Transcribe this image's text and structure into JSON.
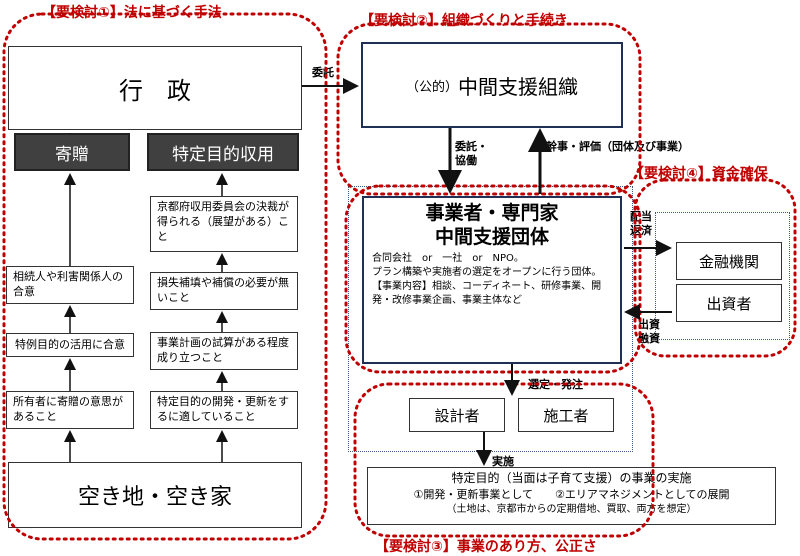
{
  "section1": {
    "title": "【要検討①】法に基づく手法"
  },
  "section2": {
    "title": "【要検討②】組織づくりと手続き"
  },
  "section3": {
    "title": "【要検討③】事業のあり方、公正さ"
  },
  "section4": {
    "title": "【要検討④】資金確保"
  },
  "left": {
    "gyosei": "行　政",
    "kizo": "寄贈",
    "tokutei": "特定目的収用",
    "left_steps": [
      "相続人や利害関係人の合意",
      "特例目的の活用に合意",
      "所有者に寄贈の意思があること"
    ],
    "right_steps": [
      "京都府収用委員会の決裁が得られる（展望がある）こと",
      "損失補填や補償の必要が無いこと",
      "事業計画の試算がある程度成り立つこと",
      "特定目的の開発・更新をするに適していること"
    ],
    "akichi": "空き地・空き家"
  },
  "arrows": {
    "itaku": "委託",
    "itaku_kyodo": "委託・\n協働",
    "kanji": "幹事・評価（団体及び事業）",
    "haito": "配当\n返済",
    "shusshi": "出資\n融資",
    "sentei": "選定・発注",
    "jisshi": "実施"
  },
  "center": {
    "kouteki_prefix": "（公的）",
    "kouteki_main": "中間支援組織",
    "jigyosha_line1": "事業者・専門家",
    "jigyosha_line2": "中間支援団体",
    "jigyosha_desc": "合同会社　or　一社　or　NPO。\nプラン構築や実施者の選定をオープンに行う団体。\n【事業内容】相談、コーディネート、研修事業、開発・改修事業企画、事業主体など",
    "sekkei": "設計者",
    "seko": "施工者"
  },
  "finance": {
    "kinyu": "金融機関",
    "shusshisha": "出資者"
  },
  "bottom": {
    "line1": "特定目的（当面は子育て支援）の事業の実施",
    "line2": "①開発・更新事業として　　②エリアマネジメントとしての展開",
    "line3": "（土地は、京都市からの定期借地、買取、両方を想定）"
  }
}
